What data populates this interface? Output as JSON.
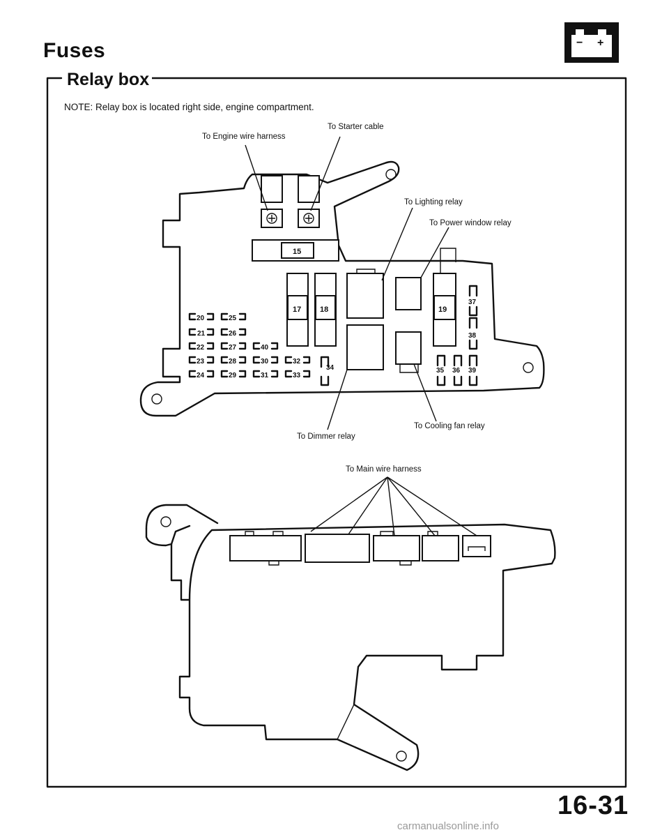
{
  "header": {
    "title": "Fuses",
    "subtitle": "Relay box",
    "battery_icon": "battery-icon",
    "battery_minus": "−",
    "battery_plus": "+"
  },
  "note": "NOTE: Relay box is located right side, engine compartment.",
  "callouts": {
    "engine_wire_harness": "To Engine wire harness",
    "starter_cable": "To Starter cable",
    "lighting_relay": "To Lighting relay",
    "power_window_relay": "To Power window relay",
    "dimmer_relay": "To Dimmer relay",
    "cooling_fan_relay": "To Cooling fan relay",
    "main_wire_harness": "To Main wire harness"
  },
  "fuse_numbers": {
    "f15": "15",
    "f17": "17",
    "f18": "18",
    "f19": "19",
    "f20": "20",
    "f21": "21",
    "f22": "22",
    "f23": "23",
    "f24": "24",
    "f25": "25",
    "f26": "26",
    "f27": "27",
    "f28": "28",
    "f29": "29",
    "f30": "30",
    "f31": "31",
    "f32": "32",
    "f33": "33",
    "f34": "34",
    "f35": "35",
    "f36": "36",
    "f37": "37",
    "f38": "38",
    "f39": "39",
    "f40": "40"
  },
  "page_number": "16-31",
  "watermark": "carmanualsonline.info"
}
